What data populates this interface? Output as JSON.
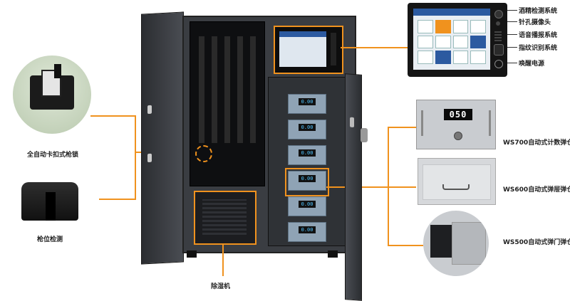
{
  "left_features": {
    "lock_label": "全自动卡扣式枪锁",
    "gun_detect_label": "枪位检测"
  },
  "dehumidifier_label": "除湿机",
  "right_modules": {
    "ws700": {
      "label": "WS700自动式计数弹仓",
      "display": "050"
    },
    "ws600": {
      "label": "WS600自动式弹屉弹仓"
    },
    "ws500": {
      "label": "WS500自动式弹门弹仓"
    }
  },
  "screen_callouts": [
    "酒精检测系统",
    "针孔摄像头",
    "语音播报系统",
    "指纹识别系统",
    "唤醒电源"
  ],
  "drawer_display": "0.00",
  "colors": {
    "accent": "#f0921e",
    "cabinet": "#3a3d42",
    "drawer": "#8fa3b5"
  }
}
